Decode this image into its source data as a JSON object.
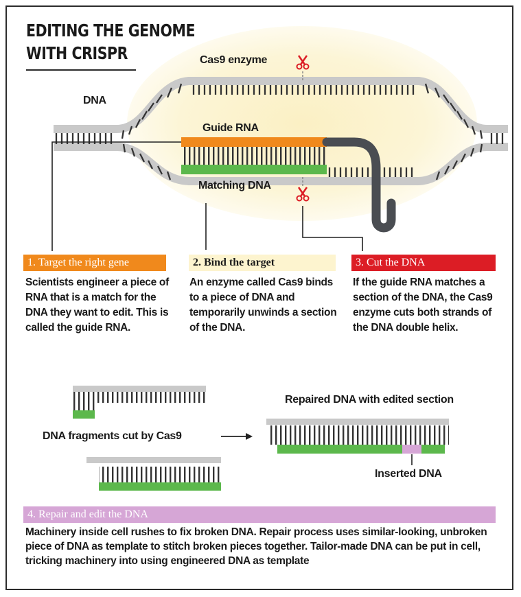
{
  "title": {
    "line1": "EDITING THE GENOME",
    "line2": "WITH CRISPR"
  },
  "labels": {
    "cas9": "Cas9 enzyme",
    "dna": "DNA",
    "guide_rna": "Guide RNA",
    "matching_dna": "Matching DNA",
    "repaired": "Repaired DNA with edited section",
    "fragments": "DNA fragments cut by Cas9",
    "inserted": "Inserted DNA"
  },
  "steps": [
    {
      "title": "1. Target the right gene",
      "text": "Scientists engineer a piece of RNA that is a match for the DNA they want to edit. This is called the guide RNA."
    },
    {
      "title": "2. Bind the target",
      "text": "An enzyme called Cas9 binds to a piece of DNA and temporarily unwinds a section of the DNA."
    },
    {
      "title": "3. Cut the DNA",
      "text": "If the guide RNA matches a section of the DNA, the Cas9 enzyme cuts both strands of the DNA double helix."
    },
    {
      "title": "4. Repair and edit the DNA",
      "text": "Machinery inside cell rushes to fix broken DNA. Repair process uses similar-looking, unbroken piece of DNA as template to stitch broken pieces together. Tailor-made DNA can be put in cell, tricking machinery into using engineered DNA as template"
    }
  ],
  "colors": {
    "orange": "#f0891c",
    "green": "#5cb84c",
    "red": "#dc1d25",
    "purple": "#d6a6d6",
    "enzyme_glow": "#fcf5d2",
    "strand_gray": "#c9c9c9"
  },
  "icons": {
    "scissors": "scissors-icon",
    "arrow": "arrow-right-icon"
  }
}
